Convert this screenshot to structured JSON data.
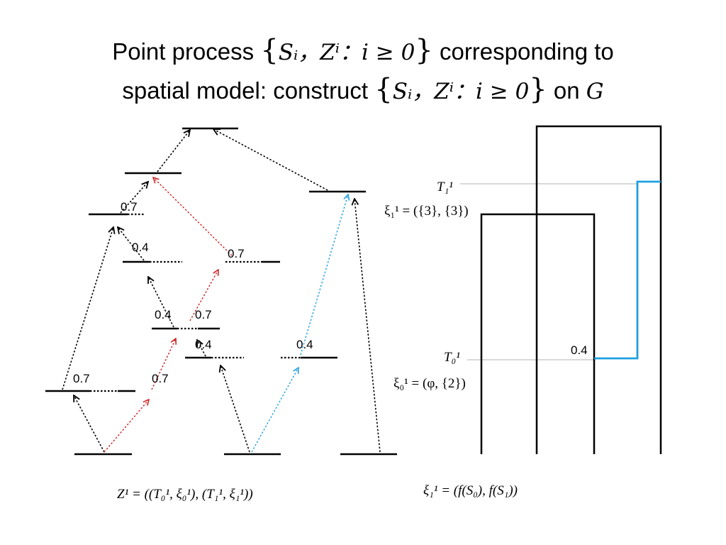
{
  "title": {
    "line1_prefix": "Point process ",
    "line1_math_open": "{",
    "line1_math_body": "Sᵢ，Zⁱ：i ≥ 0",
    "line1_math_close": "}",
    "line1_suffix": " corresponding  to",
    "line2_prefix": "spatial model: construct ",
    "line2_math_open": "{",
    "line2_math_body": "Sᵢ，Zⁱ：i ≥ 0",
    "line2_math_close": "}",
    "line2_suffix": " on ",
    "line2_graph": "G"
  },
  "left_diagram": {
    "weights": {
      "w_07_a": "0.7",
      "w_04_a": "0.4",
      "w_07_b": "0.7",
      "w_04_b": "0.4",
      "w_07_c": "0.7",
      "w_04_c": "0.4",
      "w_04_d": "0.4",
      "w_07_d": "0.7",
      "w_07_e": "0.7"
    },
    "caption": "Z¹ = ((T₀¹, ξ₀¹), (T₁¹, ξ₁¹))"
  },
  "right_diagram": {
    "t1_label": "T₁¹",
    "xi1_label": "ξ₁¹ = ({3}, {3})",
    "t0_label": "T₀¹",
    "xi0_label": "ξ₀¹ = (φ, {2})",
    "weight": "0.4",
    "caption": "ξ₁¹ = (f(S₀), f(S₁))"
  },
  "colors": {
    "black": "#000000",
    "red_arrow": "#cc2222",
    "blue_arrow": "#1ea0e0",
    "guide_line": "#9a9a9a"
  }
}
